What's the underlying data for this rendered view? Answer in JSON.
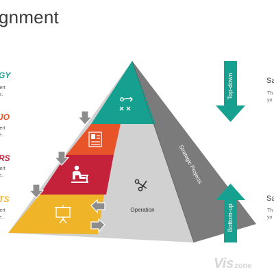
{
  "slide": {
    "title": "gnment",
    "left_labels": [
      {
        "text": "GY",
        "color": "#1a9e8f",
        "desc": "sert\nre."
      },
      {
        "text": "JO",
        "color": "#e8542a",
        "desc": "sert\nre."
      },
      {
        "text": "RS",
        "color": "#c4223b",
        "desc": "sert\nre."
      },
      {
        "text": "TS",
        "color": "#f0b428",
        "desc": "sert\nre."
      }
    ],
    "right_blocks": [
      {
        "title": "Sa",
        "desc": "Th\nyo"
      },
      {
        "title": "Sa",
        "desc": "Th\nyo"
      }
    ]
  },
  "pyramid": {
    "front_label": "Operation",
    "side_label": "Strategic Projects",
    "tiers": [
      {
        "name": "top",
        "color": "#16a090",
        "icon": "strategy-play-icon"
      },
      {
        "name": "second",
        "color": "#e8542a",
        "icon": "profile-card-icon"
      },
      {
        "name": "third",
        "color": "#c4223b",
        "icon": "person-at-desk-icon"
      },
      {
        "name": "bottom",
        "color": "#f0b428",
        "icon": "presentation-board-icon"
      }
    ],
    "front_face_color": "#d1d1d1",
    "side_face_color": "#7b7b7b",
    "center_icon": "scissors-icon"
  },
  "arrows": {
    "top_down": {
      "label": "Top-down",
      "color": "#16a090"
    },
    "bottom_up": {
      "label": "Bottom-up",
      "color": "#16a090"
    }
  },
  "watermark": {
    "main": "Vis",
    "sub": "zone"
  }
}
